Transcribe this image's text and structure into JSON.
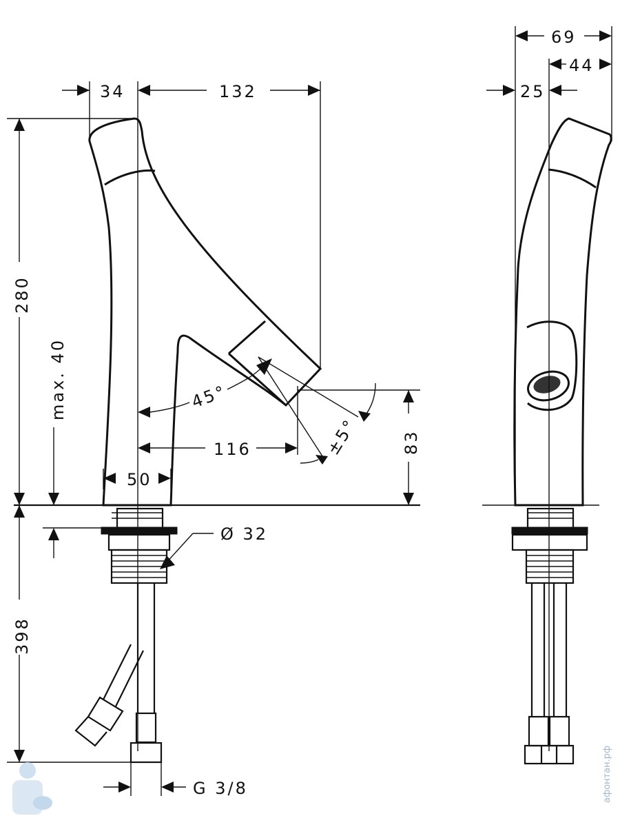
{
  "dimensions": {
    "d34": "34",
    "d132": "132",
    "d280": "280",
    "dmax40": "max. 40",
    "d45deg": "45°",
    "d116": "116",
    "d5deg": "±5°",
    "d83": "83",
    "d50": "50",
    "d398": "398",
    "d32": "Ø 32",
    "g38": "G 3/8",
    "d69": "69",
    "d44": "44",
    "d25": "25"
  },
  "watermark": "афонтан.рф",
  "colors": {
    "line": "#111111",
    "watermark": "#9fb7cf"
  }
}
